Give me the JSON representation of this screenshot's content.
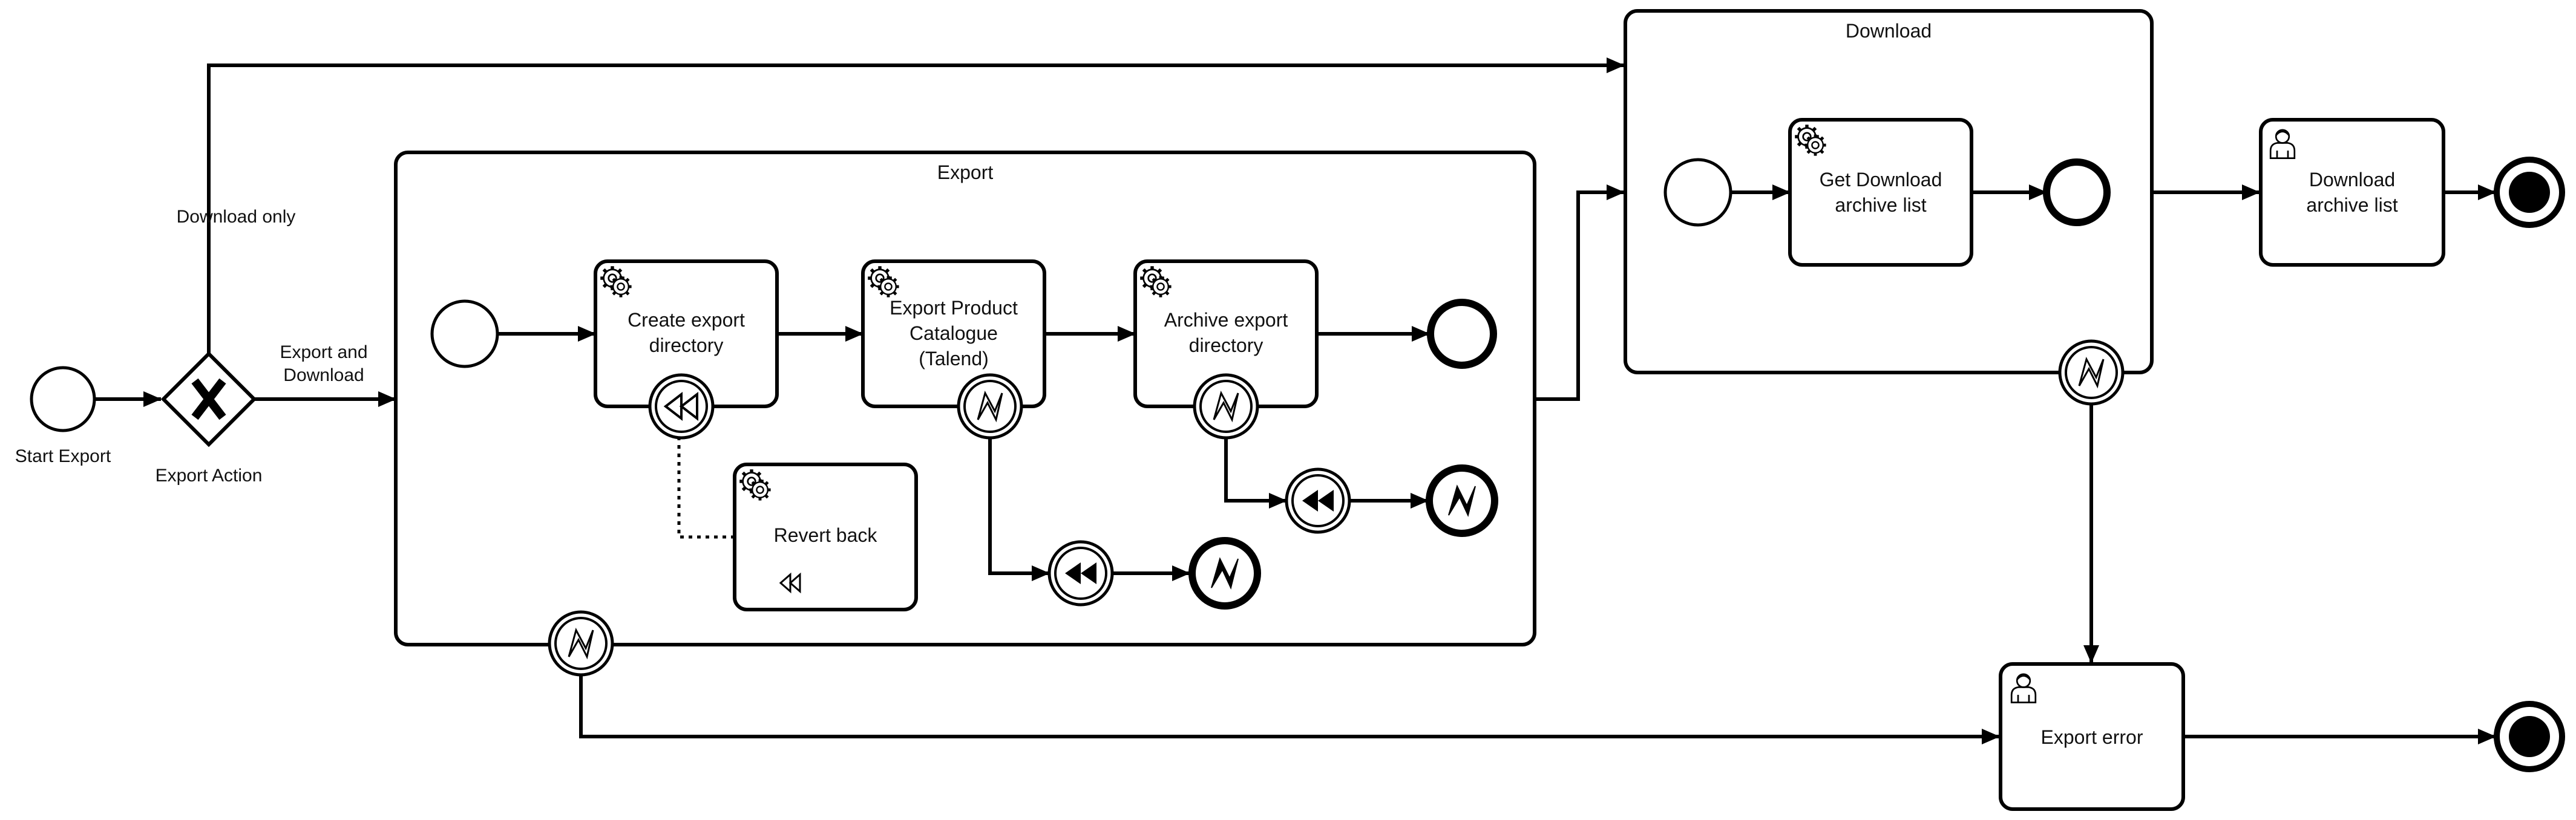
{
  "colors": {
    "stroke": "#000000",
    "background": "#ffffff",
    "text": "#111111"
  },
  "events": {
    "start_export": "Start Export"
  },
  "gateway": {
    "label": "Export Action",
    "icon": "exclusive-gateway-x-icon"
  },
  "flows": {
    "download_only": "Download only",
    "export_and_download": "Export and\nDownload"
  },
  "export_subprocess": {
    "title": "Export",
    "tasks": {
      "create_directory": "Create export\ndirectory",
      "export_catalogue": "Export Product\nCatalogue\n(Talend)",
      "archive_directory": "Archive export\ndirectory",
      "revert_back": "Revert back"
    }
  },
  "download_subprocess": {
    "title": "Download",
    "tasks": {
      "get_download_list": "Get Download\narchive list"
    }
  },
  "user_tasks": {
    "download_archive_list": "Download\narchive list",
    "export_error": "Export error"
  },
  "icons": {
    "service_task": "gear-icon",
    "user_task": "user-icon",
    "error_event": "lightning-error-icon",
    "compensation": "rewind-compensation-icon"
  }
}
